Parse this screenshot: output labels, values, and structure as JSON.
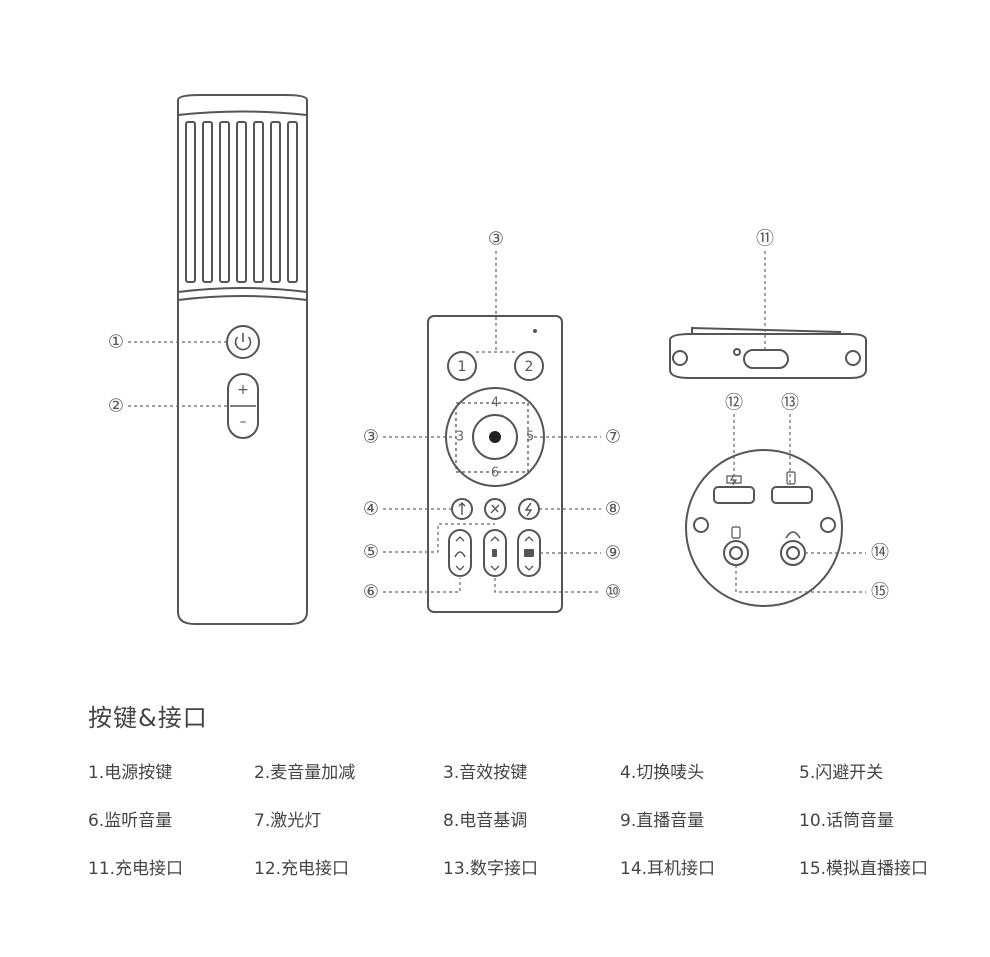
{
  "diagram": {
    "callouts": {
      "c1": "①",
      "c2": "②",
      "c3_top": "③",
      "c3_left": "③",
      "c4": "④",
      "c5": "⑤",
      "c6": "⑥",
      "c7": "⑦",
      "c8": "⑧",
      "c9": "⑨",
      "c10": "⑩",
      "c11": "⑪",
      "c12": "⑫",
      "c13": "⑬",
      "c14": "⑭",
      "c15": "⑮"
    },
    "remote": {
      "btn1": "1",
      "btn2": "2",
      "dpad_top": "4",
      "dpad_left": "3",
      "dpad_right": "5",
      "dpad_bottom": "6"
    },
    "mic": {
      "plus": "+",
      "minus": "–"
    }
  },
  "section_title": "按键&接口",
  "legend": [
    "1.电源按键",
    "2.麦音量加减",
    "3.音效按键",
    "4.切换唛头",
    "5.闪避开关",
    "6.监听音量",
    "7.激光灯",
    "8.电音基调",
    "9.直播音量",
    "10.话筒音量",
    "11.充电接口",
    "12.充电接口",
    "13.数字接口",
    "14.耳机接口",
    "15.模拟直播接口"
  ]
}
